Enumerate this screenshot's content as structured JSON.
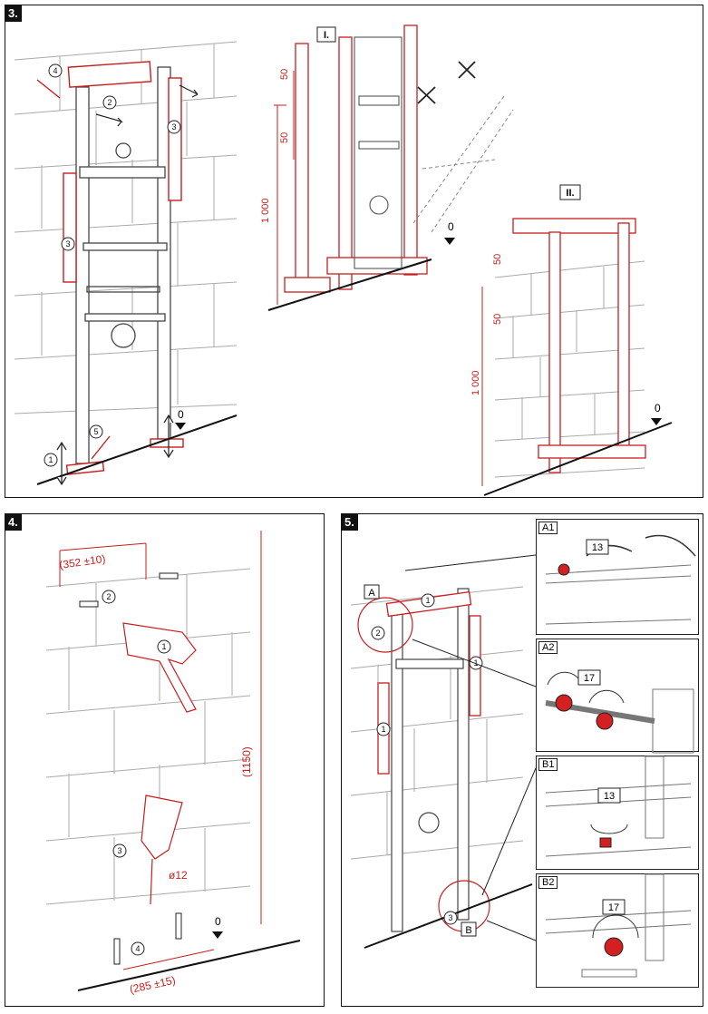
{
  "panel3": {
    "step": "3.",
    "variant_1": "I.",
    "variant_2": "II.",
    "dim_50a": "50",
    "dim_50b": "50",
    "dim_1000": "1 000",
    "zero": "0",
    "markers": [
      "1",
      "2",
      "3",
      "4",
      "5"
    ]
  },
  "panel4": {
    "step": "4.",
    "dim_352": "(352 ±10)",
    "dim_1150": "(1150)",
    "dim_285": "(285 ±15)",
    "dim_drill": "ø12",
    "zero": "0",
    "markers": [
      "1",
      "2",
      "3",
      "4"
    ]
  },
  "panel5": {
    "step": "5.",
    "callout_a": "A",
    "callout_b": "B",
    "detail_a1": "A1",
    "detail_a2": "A2",
    "detail_b1": "B1",
    "detail_b2": "B2",
    "wrench_13a": "13",
    "wrench_17a": "17",
    "wrench_13b": "13",
    "wrench_17b": "17",
    "markers": [
      "1",
      "2",
      "3"
    ]
  }
}
